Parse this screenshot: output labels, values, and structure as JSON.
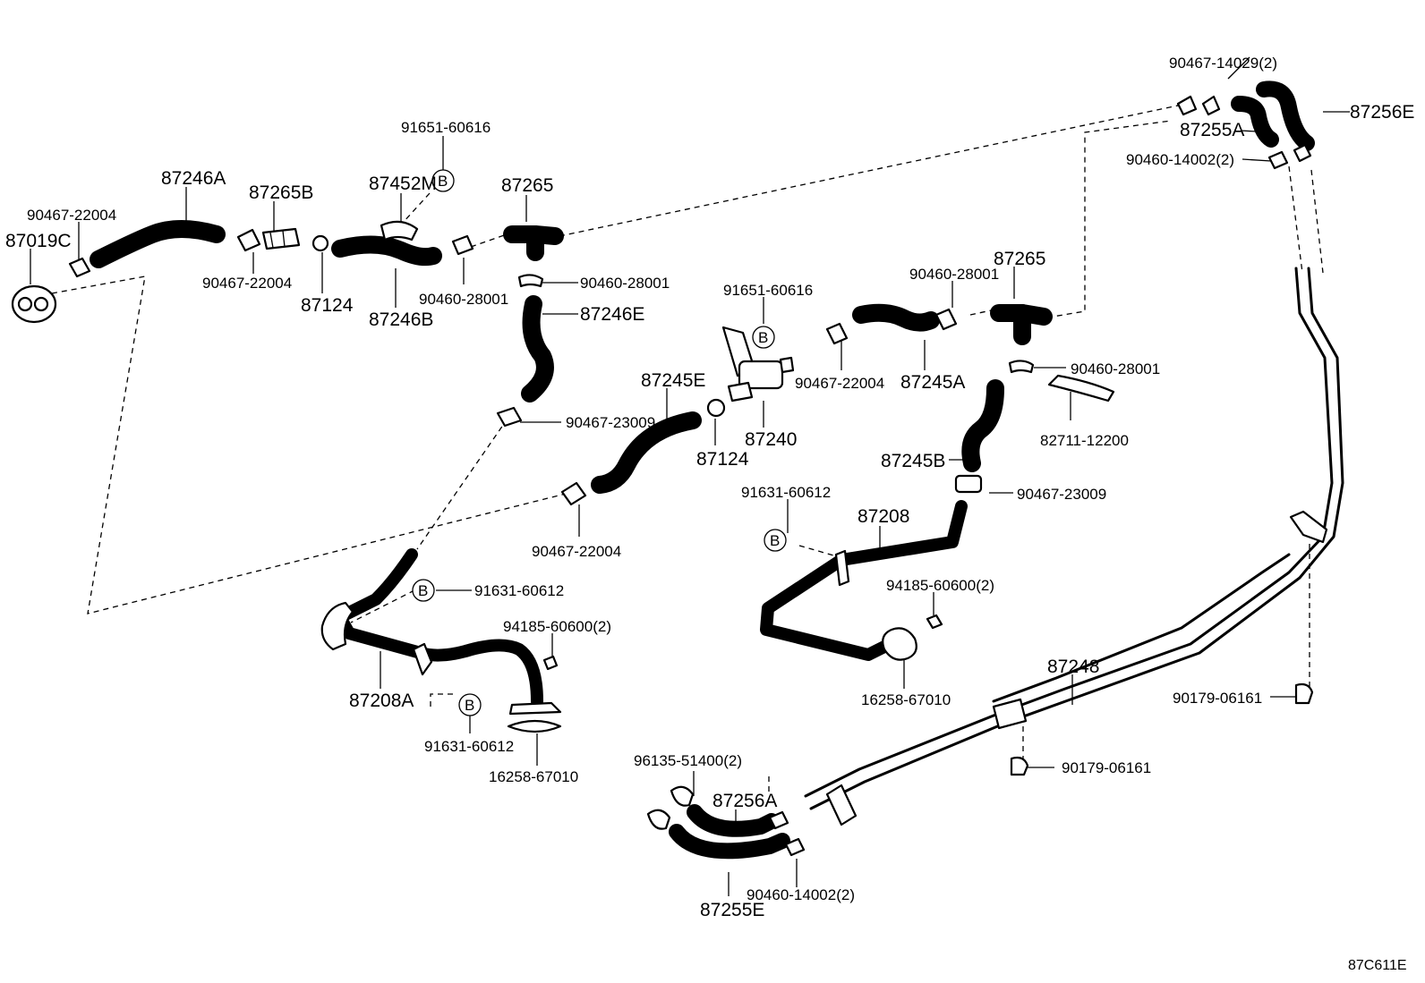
{
  "ref_code": "87C611E",
  "callout_letter": "B",
  "labels": {
    "p90467_14029_2": "90467-14029(2)",
    "p87256E": "87256E",
    "p87255A": "87255A",
    "p90460_14002_2_top": "90460-14002(2)",
    "p91651_60616_top": "91651-60616",
    "p87246A": "87246A",
    "p87265B": "87265B",
    "p87452M": "87452M",
    "p87265_top": "87265",
    "p90467_22004_left": "90467-22004",
    "p87019C": "87019C",
    "p90467_22004_mid": "90467-22004",
    "p87124_top": "87124",
    "p87246B": "87246B",
    "p90460_28001_a": "90460-28001",
    "p90460_28001_b": "90460-28001",
    "p87246E": "87246E",
    "p91651_60616_mid": "91651-60616",
    "p90460_28001_c": "90460-28001",
    "p87265_right": "87265",
    "p90467_22004_right": "90467-22004",
    "p87245A": "87245A",
    "p90460_28001_d": "90460-28001",
    "p87245E": "87245E",
    "p90467_23009_left": "90467-23009",
    "p87240": "87240",
    "p87124_mid": "87124",
    "p82711_12200": "82711-12200",
    "p87245B": "87245B",
    "p90467_23009_right": "90467-23009",
    "p91631_60612_top": "91631-60612",
    "p87208": "87208",
    "p90467_22004_bottom": "90467-22004",
    "p91631_60612_left": "91631-60612",
    "p94185_60600_2_right": "94185-60600(2)",
    "p94185_60600_2_left": "94185-60600(2)",
    "p87208A": "87208A",
    "p16258_67010_right": "16258-67010",
    "p87248": "87248",
    "p90179_06161_right": "90179-06161",
    "p91631_60612_bottom": "91631-60612",
    "p16258_67010_left": "16258-67010",
    "p90179_06161_mid": "90179-06161",
    "p96135_51400_2": "96135-51400(2)",
    "p87256A": "87256A",
    "p90460_14002_2_bottom": "90460-14002(2)",
    "p87255E": "87255E"
  }
}
